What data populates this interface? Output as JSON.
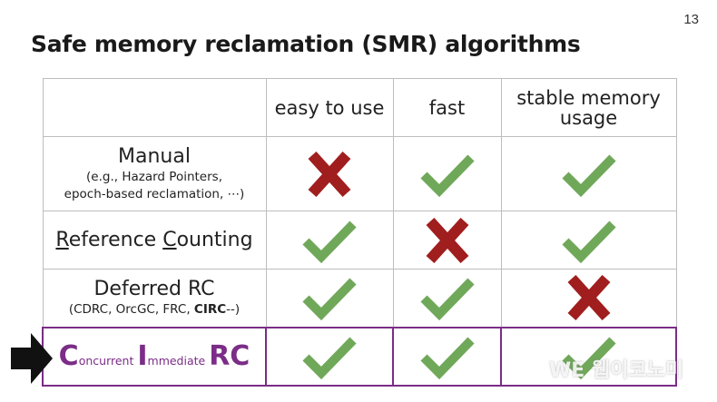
{
  "page_number": "13",
  "title": "Safe memory reclamation (SMR) algorithms",
  "columns": [
    "easy to use",
    "fast",
    "stable memory usage"
  ],
  "columns_split": {
    "stable_line1": "stable memory",
    "stable_line2": "usage"
  },
  "rows": [
    {
      "name": "Manual",
      "sub1": "(e.g., Hazard Pointers,",
      "sub2": "epoch-based reclamation, ⋯)",
      "marks": [
        "cross",
        "check",
        "check"
      ]
    },
    {
      "name_parts": [
        "R",
        "eference ",
        "C",
        "ounting"
      ],
      "marks": [
        "check",
        "cross",
        "check"
      ]
    },
    {
      "name": "Deferred RC",
      "sub_prefix": "(CDRC, OrcGC, FRC, ",
      "sub_bold": "CIRC",
      "sub_suffix": "--)",
      "marks": [
        "check",
        "check",
        "cross"
      ]
    },
    {
      "name_parts": [
        "C",
        "oncurrent ",
        "I",
        "mmediate ",
        "RC"
      ],
      "marks": [
        "check",
        "check",
        "check"
      ]
    }
  ],
  "watermark": "WE 웹이코노미",
  "colors": {
    "check": "#70a85a",
    "cross": "#a01e1e",
    "accent": "#7b2d87"
  }
}
